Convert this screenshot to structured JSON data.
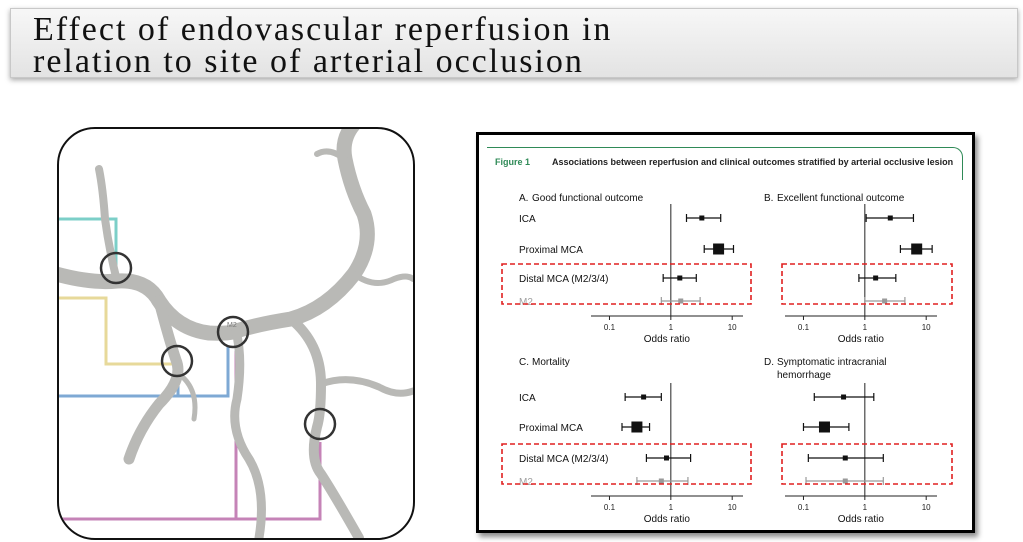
{
  "title": {
    "line1": "Effect of endovascular reperfusion in",
    "line2": "relation to site of arterial occlusion"
  },
  "diagram": {
    "segment_label": "M2",
    "colors": {
      "ica": "#7ccfc8",
      "proximal_mca": "#e7d99a",
      "distal_mca": "#7ea9d4",
      "m2": "#c583b7",
      "vessel": "#b9b9b6"
    }
  },
  "figure": {
    "label": "Figure 1",
    "caption": "Associations between reperfusion and clinical outcomes stratified by arterial occlusive lesion",
    "highlight_color": "#e02020",
    "chart_data": [
      {
        "type": "forest",
        "panel_letter": "A.",
        "title": "Good functional outcome",
        "rows": [
          {
            "label": "ICA",
            "or": 3.2,
            "lo": 1.8,
            "hi": 6.5,
            "size": "small"
          },
          {
            "label": "Proximal MCA",
            "or": 6.0,
            "lo": 3.5,
            "hi": 10.5,
            "size": "large"
          },
          {
            "label": "Distal MCA (M2/3/4)",
            "or": 1.4,
            "lo": 0.75,
            "hi": 2.6,
            "size": "small"
          },
          {
            "label": "M2",
            "or": 1.45,
            "lo": 0.7,
            "hi": 3.0,
            "size": "small",
            "muted": true
          }
        ],
        "xaxis": {
          "label": "Odds ratio",
          "ticks": [
            "0.1",
            "1",
            "10"
          ],
          "scale": "log",
          "range": [
            0.05,
            15
          ]
        }
      },
      {
        "type": "forest",
        "panel_letter": "B.",
        "title": "Excellent functional outcome",
        "rows": [
          {
            "or": 2.6,
            "lo": 1.05,
            "hi": 6.2,
            "size": "small"
          },
          {
            "or": 7.0,
            "lo": 3.8,
            "hi": 12.5,
            "size": "large"
          },
          {
            "or": 1.5,
            "lo": 0.8,
            "hi": 3.2,
            "size": "small"
          },
          {
            "or": 2.1,
            "lo": 1.0,
            "hi": 4.5,
            "size": "small",
            "muted": true
          }
        ],
        "xaxis": {
          "label": "Odds ratio",
          "ticks": [
            "0.1",
            "1",
            "10"
          ],
          "scale": "log",
          "range": [
            0.05,
            15
          ]
        }
      },
      {
        "type": "forest",
        "panel_letter": "C.",
        "title": "Mortality",
        "rows": [
          {
            "label": "ICA",
            "or": 0.36,
            "lo": 0.18,
            "hi": 0.7,
            "size": "small"
          },
          {
            "label": "Proximal MCA",
            "or": 0.28,
            "lo": 0.16,
            "hi": 0.45,
            "size": "large"
          },
          {
            "label": "Distal MCA (M2/3/4)",
            "or": 0.85,
            "lo": 0.4,
            "hi": 2.1,
            "size": "small"
          },
          {
            "label": "M2",
            "or": 0.7,
            "lo": 0.28,
            "hi": 1.9,
            "size": "small",
            "muted": true
          }
        ],
        "xaxis": {
          "label": "Odds ratio",
          "ticks": [
            "0.1",
            "1",
            "10"
          ],
          "scale": "log",
          "range": [
            0.05,
            15
          ]
        }
      },
      {
        "type": "forest",
        "panel_letter": "D.",
        "title": "Symptomatic intracranial hemorrhage",
        "rows": [
          {
            "or": 0.45,
            "lo": 0.15,
            "hi": 1.4,
            "size": "small"
          },
          {
            "or": 0.22,
            "lo": 0.1,
            "hi": 0.55,
            "size": "large"
          },
          {
            "or": 0.48,
            "lo": 0.12,
            "hi": 2.0,
            "size": "small"
          },
          {
            "or": 0.48,
            "lo": 0.11,
            "hi": 2.0,
            "size": "small",
            "muted": true
          }
        ],
        "xaxis": {
          "label": "Odds ratio",
          "ticks": [
            "0.1",
            "1",
            "10"
          ],
          "scale": "log",
          "range": [
            0.05,
            15
          ]
        }
      }
    ]
  }
}
